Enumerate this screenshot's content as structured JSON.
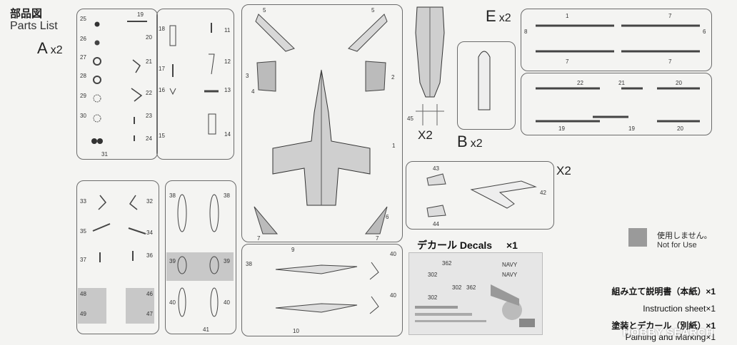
{
  "header": {
    "title_jp": "部品図",
    "title_en": "Parts List"
  },
  "sprues": {
    "A": {
      "letter": "A",
      "qty": "x2"
    },
    "B": {
      "letter": "B",
      "qty": "x2"
    },
    "E": {
      "letter": "E",
      "qty": "x2"
    },
    "fuselage_qty": "X2",
    "canopy_qty": "X2"
  },
  "part_numbers": {
    "a_left": [
      "25",
      "26",
      "27",
      "28",
      "29",
      "30",
      "31"
    ],
    "a_top": "19",
    "a_mid_left": [
      "18",
      "17",
      "16",
      "15"
    ],
    "a_mid_right": [
      "20",
      "21",
      "22",
      "23",
      "24"
    ],
    "a_right": [
      "11",
      "12",
      "13",
      "14"
    ],
    "a_bottom_left": [
      "33",
      "35",
      "37",
      "48",
      "49"
    ],
    "a_bottom_right": [
      "32",
      "34",
      "36",
      "46",
      "47"
    ],
    "a_tanks_left": [
      "38",
      "39",
      "40"
    ],
    "a_tanks_right": [
      "38",
      "39",
      "40"
    ],
    "a_tanks_bottom": "41",
    "main_top": [
      "5",
      "5"
    ],
    "main_side": [
      "3",
      "4",
      "2",
      "1",
      "7",
      "7",
      "6"
    ],
    "main_lower": [
      "9",
      "40",
      "40",
      "38",
      "10"
    ],
    "fuselage": "45",
    "e_top": [
      "8",
      "1",
      "7",
      "6",
      "7",
      "7"
    ],
    "e_mid": [
      "22",
      "21",
      "20",
      "19",
      "19",
      "20"
    ],
    "b_parts": [
      "43",
      "42",
      "44"
    ]
  },
  "decals": {
    "title_jp": "デカール Decals",
    "qty": "×1",
    "sheet_texts": [
      "362",
      "302",
      "NAVY",
      "302",
      "362",
      "NAVY",
      "302"
    ]
  },
  "legend": {
    "swatch_color": "#9a9a9a",
    "label_jp": "使用しません。",
    "label_en": "Not for Use"
  },
  "documents": {
    "instructions_jp": "組み立て説明書（本紙）×1",
    "instructions_en": "Instruction sheet×1",
    "painting_jp": "塗装とデカール（別紙）×1",
    "painting_en": "Painting and Marking×1"
  },
  "watermark": "HOBBY SEARCH"
}
